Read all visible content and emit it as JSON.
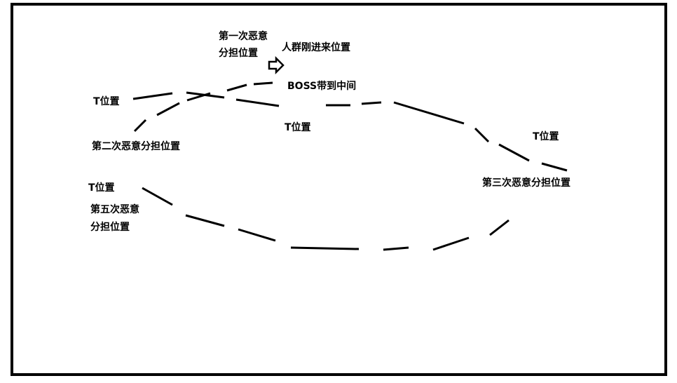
{
  "labels": {
    "first_malice_line1": "第一次恶意",
    "first_malice_line2": "分担位置",
    "crowd_entry": "人群刚进来位置",
    "boss_center": "BOSS带到中间",
    "t_left": "T位置",
    "second_malice": "第二次恶意分担位置",
    "t_center": "T位置",
    "t_right": "T位置",
    "third_malice": "第三次恶意分担位置",
    "t_lower_left": "T位置",
    "fifth_malice_line1": "第五次恶意",
    "fifth_malice_line2": "分担位置"
  },
  "colors": {
    "stroke": "#000000",
    "background": "#ffffff"
  },
  "icons": {
    "arrow": "arrow-right-outline-icon"
  }
}
